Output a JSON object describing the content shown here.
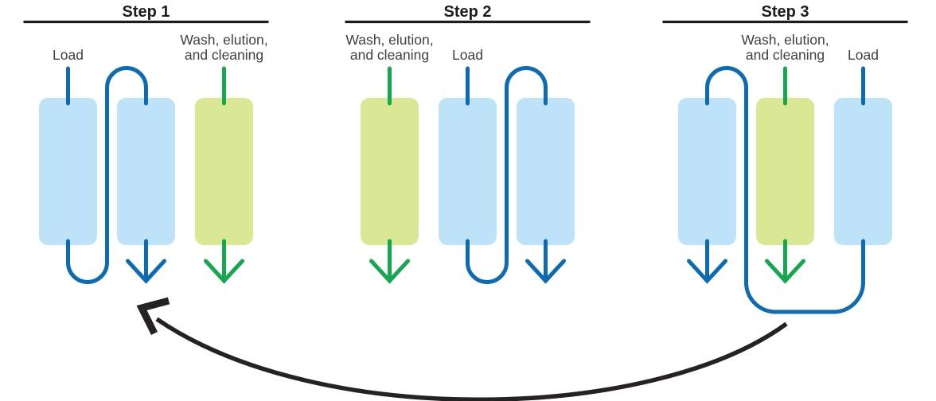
{
  "colors": {
    "flow_blue": "#0c6bb3",
    "column_blue": "#bee3f8",
    "flow_green": "#17a74e",
    "column_green": "#dae795",
    "return_arrow_black": "#262223",
    "title_text": "#1d1d1b",
    "label_text": "#414042"
  },
  "labels": {
    "load": "Load",
    "wash_line1": "Wash, elution,",
    "wash_line2": "and cleaning"
  },
  "steps": [
    {
      "title": "Step 1",
      "load_column": 1,
      "wash_column": 3,
      "series_connection": {
        "from_bottom_of_column": 1,
        "to_top_of_column": 2
      },
      "outlet_arrow_columns": [
        2,
        3
      ]
    },
    {
      "title": "Step 2",
      "load_column": 2,
      "wash_column": 1,
      "series_connection": {
        "from_bottom_of_column": 2,
        "to_top_of_column": 3
      },
      "outlet_arrow_columns": [
        1,
        3
      ]
    },
    {
      "title": "Step 3",
      "load_column": 3,
      "wash_column": 2,
      "series_connection": {
        "from_bottom_of_column": 3,
        "to_top_of_column": 1
      },
      "outlet_arrow_columns": [
        1,
        2
      ]
    }
  ],
  "return_arrow": {
    "from_step": "Step 3",
    "to_step": "Step 1"
  }
}
